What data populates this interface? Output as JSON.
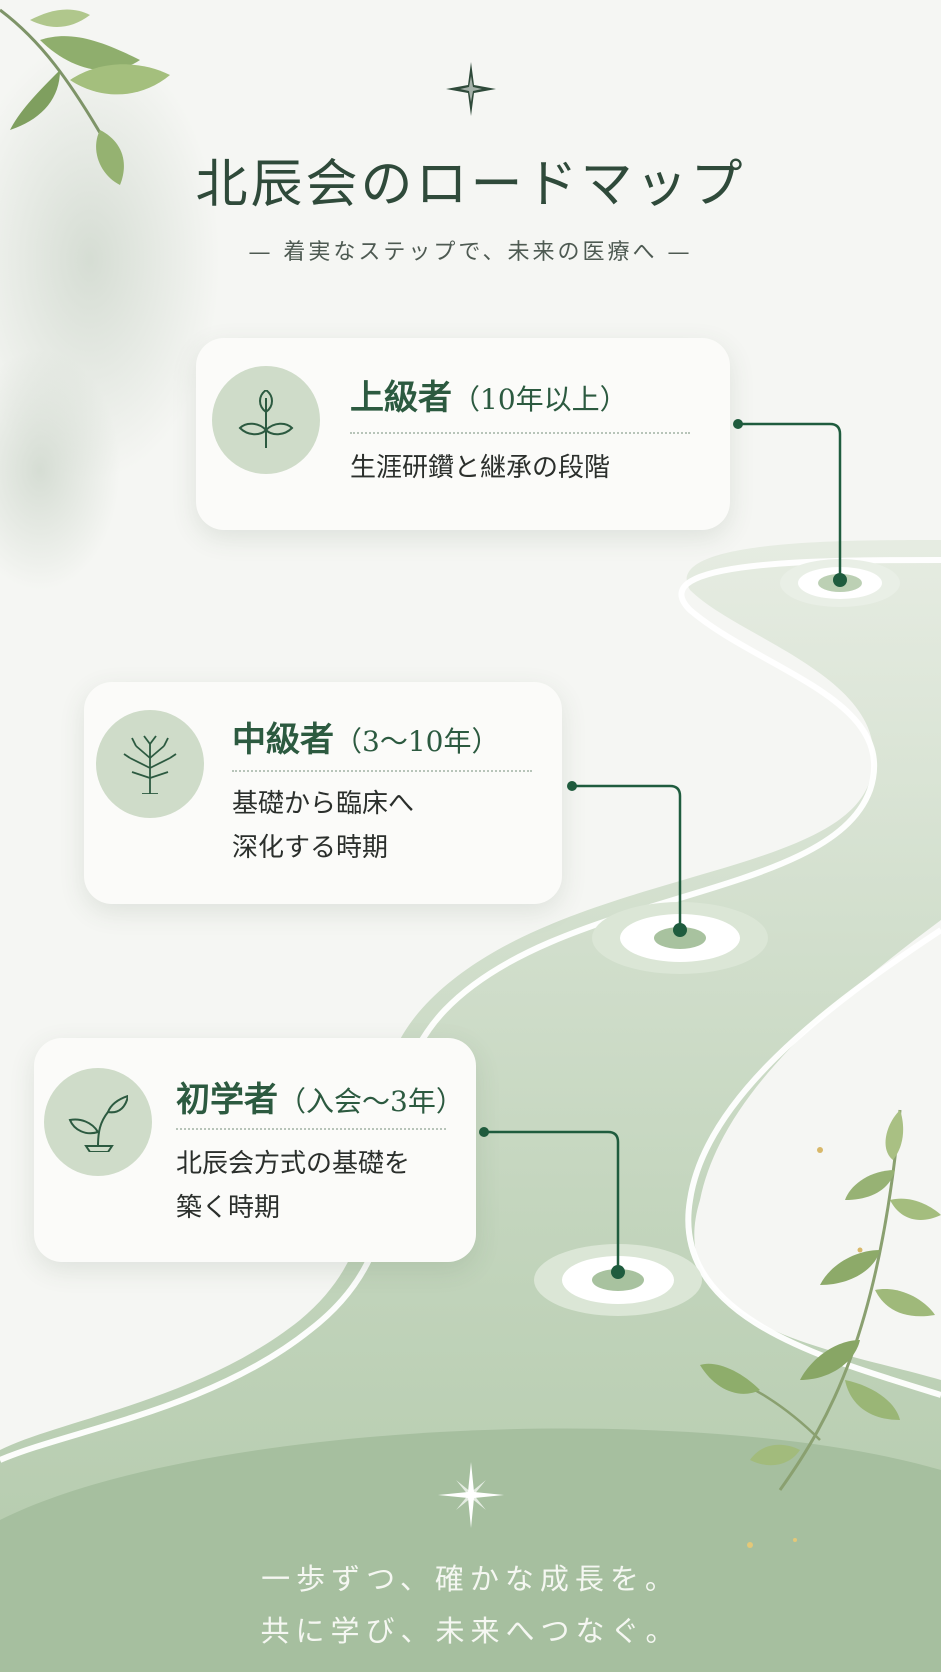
{
  "header": {
    "title": "北辰会のロードマップ",
    "subtitle": "— 着実なステップで、未来の医療へ —"
  },
  "colors": {
    "accent": "#1f5c3e",
    "path": "#b9cfb2",
    "icon_bg": "#cfdcc9",
    "footer": "#a6bf9f"
  },
  "stages": [
    {
      "title": "上級者",
      "years": "（10年以上）",
      "description_lines": [
        "生涯研鑽と継承の段階"
      ],
      "icon": "leaf-sprig-icon"
    },
    {
      "title": "中級者",
      "years": "（3〜10年）",
      "description_lines": [
        "基礎から臨床へ",
        "深化する時期"
      ],
      "icon": "tree-icon"
    },
    {
      "title": "初学者",
      "years": "（入会〜3年）",
      "description_lines": [
        "北辰会方式の基礎を",
        "築く時期"
      ],
      "icon": "seedling-icon"
    }
  ],
  "footer": {
    "lines": [
      "一歩ずつ、確かな成長を。",
      "共に学び、未来へつなぐ。"
    ],
    "icon": "sparkle-icon"
  }
}
